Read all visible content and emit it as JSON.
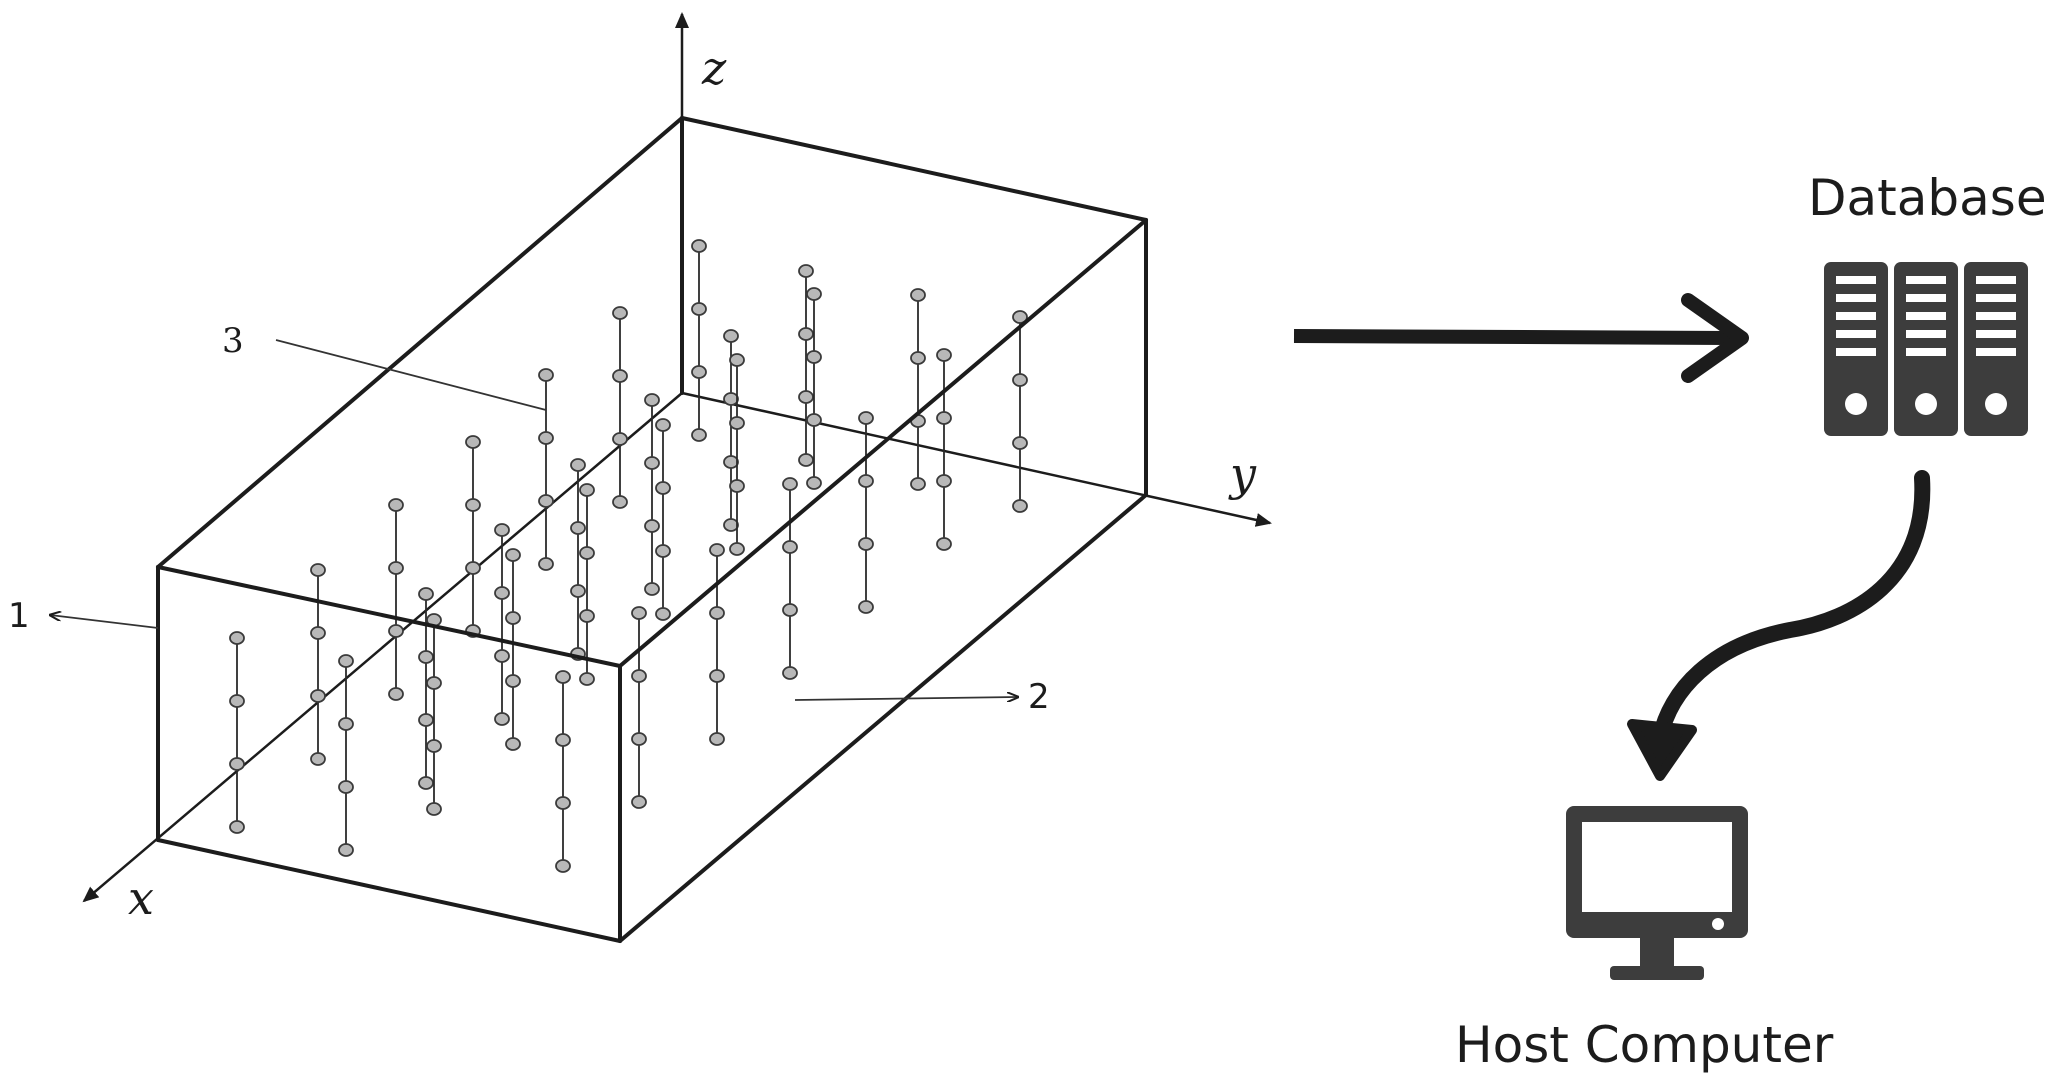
{
  "axes": {
    "x": "x",
    "y": "y",
    "z": "z"
  },
  "callouts": {
    "one": "1",
    "two": "2",
    "three": "3"
  },
  "database": {
    "label": "Database",
    "icon": "server-rack-icon",
    "color": "#3d3d3d"
  },
  "host": {
    "label": "Host Computer",
    "icon": "monitor-icon",
    "color": "#3d3d3d"
  },
  "colors": {
    "line": "#1c1c1c",
    "node_fill": "#b8b8b8",
    "icon": "#3d3d3d"
  }
}
